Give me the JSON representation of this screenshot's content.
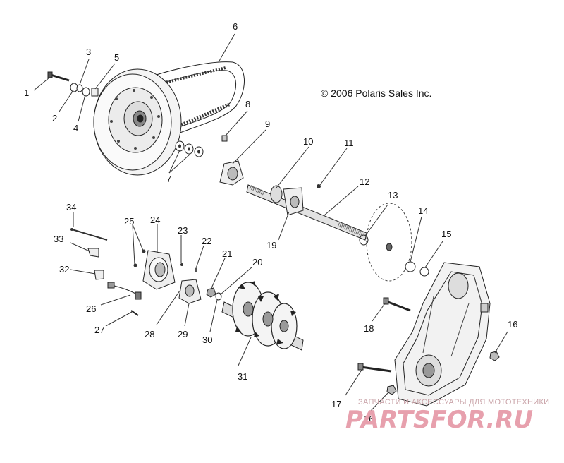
{
  "diagram": {
    "copyright": "© 2006 Polaris Sales Inc.",
    "watermark": {
      "tagline": "ЗАПЧАСТИ И АКСЕССУАРЫ ДЛЯ МОТОТЕХНИКИ",
      "brand": "PARTSFOR.RU"
    },
    "callouts": [
      "1",
      "2",
      "3",
      "4",
      "5",
      "6",
      "7",
      "8",
      "9",
      "10",
      "11",
      "12",
      "13",
      "14",
      "15",
      "16",
      "16",
      "17",
      "18",
      "19",
      "20",
      "21",
      "22",
      "23",
      "24",
      "25",
      "26",
      "27",
      "28",
      "29",
      "30",
      "31",
      "32",
      "33",
      "34"
    ]
  }
}
